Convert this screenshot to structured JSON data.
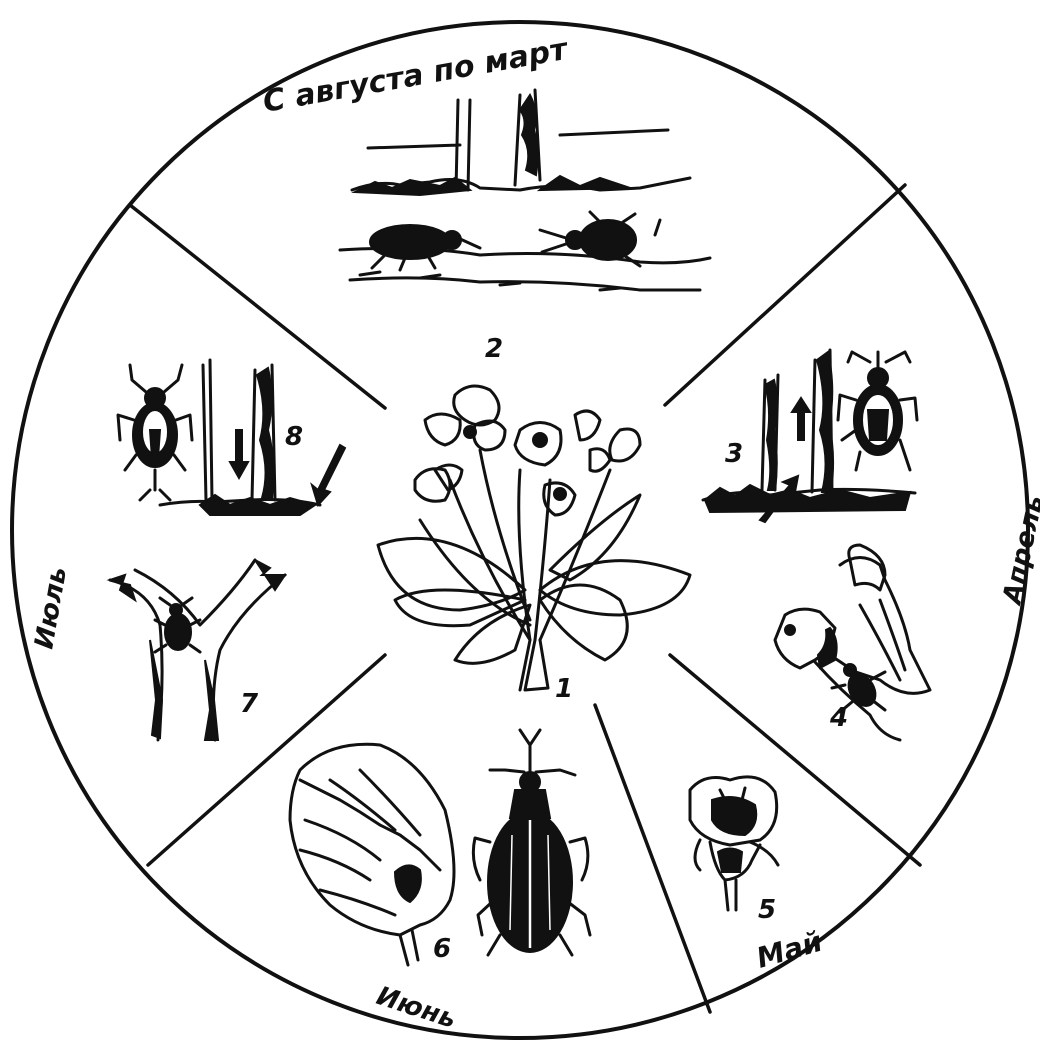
{
  "seasons": {
    "august_march": "С августа по март",
    "april": "Апрель",
    "may": "Май",
    "june": "Июнь",
    "july": "Июль"
  },
  "numbers": [
    "1",
    "2",
    "3",
    "4",
    "5",
    "6",
    "7",
    "8"
  ],
  "colors": {
    "ink": "#111111",
    "background": "#ffffff"
  },
  "illustrations": [
    "strawberry-plant-icon",
    "hibernating-weevils-icon",
    "weevil-climbing-icon",
    "weevil-on-bud-icon",
    "damaged-bud-icon",
    "weevil-and-rolled-leaf-icon",
    "weevil-on-branch-fork-icon",
    "weevil-descending-icon"
  ]
}
